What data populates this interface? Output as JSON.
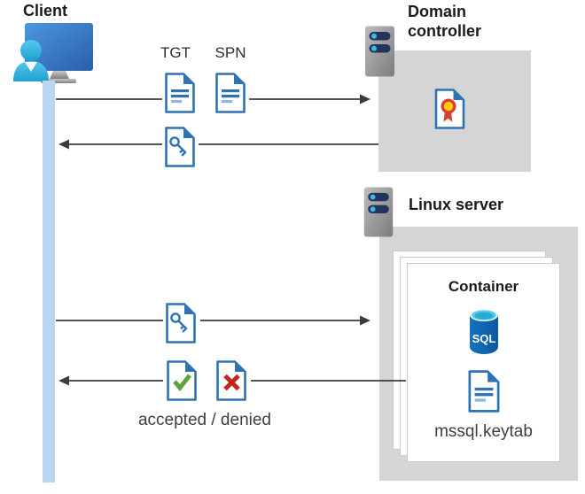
{
  "nodes": {
    "client": {
      "label": "Client"
    },
    "domain_controller": {
      "label_line1": "Domain",
      "label_line2": "controller"
    },
    "linux_server": {
      "label": "Linux server"
    },
    "container": {
      "title": "Container",
      "sql_badge": "SQL",
      "keytab_file": "mssql.keytab"
    }
  },
  "messages": {
    "tgt": "TGT",
    "spn": "SPN",
    "result": "accepted / denied"
  },
  "icons": {
    "client": "user-at-monitor-icon",
    "domain_controller": "server-icon",
    "linux_server": "server-icon",
    "tgt_document": "document-text-icon",
    "spn_document": "document-text-icon",
    "ticket_document": "document-key-icon",
    "certificate_document": "document-certificate-icon",
    "accepted_document": "document-check-icon",
    "denied_document": "document-x-icon",
    "keytab_document": "document-text-icon",
    "sql_database": "sql-database-cylinder-icon"
  },
  "colors": {
    "doc_blue": "#2E74B5",
    "doc_blue_light": "#8FB8E0",
    "check_green": "#5FA33C",
    "cross_red": "#BE2A1D",
    "seal_yellow": "#FFD100",
    "seal_red": "#D8402F",
    "server_slot_navy": "#21355C",
    "server_dot_blue": "#41B6E8",
    "lifeline_blue": "#BCD6F2",
    "box_gray": "#D5D5D5",
    "arrow_gray": "#3C3C3C",
    "label_black": "#1B1B1B",
    "text_gray": "#3F3F3F"
  }
}
